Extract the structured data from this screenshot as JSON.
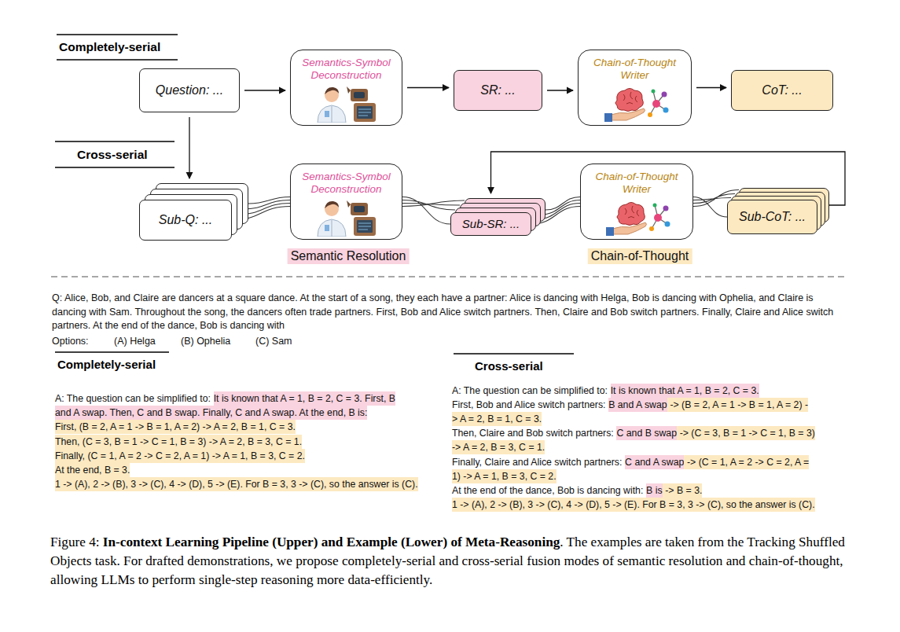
{
  "diagram": {
    "caption": "Figure 4: In-context Learning Pipeline (Upper) and Example (Lower) of Meta-Reasoning. The examples are taken from the Tracking Shuffled Objects task. For drafted demonstrations, we propose completely-serial and cross-serial fusion modes of semantic resolution and chain-of-thought, allowing LLMs to perform single-step reasoning more data-efficiently.",
    "nodes": [
      {
        "text": [
          "Question: ..."
        ]
      },
      {
        "text": [
          "Semantics-Symbol Deconstruction"
        ]
      },
      {
        "text": [
          "SR: ..."
        ]
      },
      {
        "text": [
          "Chain-of-Thought Writer"
        ]
      },
      {
        "text": [
          "CoT: ..."
        ]
      },
      {
        "text": [
          "Sub-Q: ..."
        ]
      },
      {
        "text": [
          "Semantics-Symbol Deconstruction"
        ]
      },
      {
        "text": [
          "Sub-SR: ..."
        ]
      },
      {
        "text": [
          "Chain-of-Thought Writer"
        ]
      },
      {
        "text": [
          "Sub-CoT: ..."
        ]
      }
    ],
    "edges": [
      {
        "from": 0,
        "to": 1,
        "arrow": "to"
      },
      {
        "from": 1,
        "to": 2,
        "arrow": "to"
      },
      {
        "from": 2,
        "to": 3,
        "arrow": "to"
      },
      {
        "from": 3,
        "to": 4,
        "arrow": "to"
      },
      {
        "from": 0,
        "to": 5,
        "arrow": "to"
      },
      {
        "from": 5,
        "to": 6,
        "arrow": "none"
      },
      {
        "from": 6,
        "to": 7,
        "arrow": "none"
      },
      {
        "from": 7,
        "to": 8,
        "arrow": "none"
      },
      {
        "from": 8,
        "to": 9,
        "arrow": "none"
      },
      {
        "from": 9,
        "to": 7,
        "arrow": "to"
      }
    ],
    "labels": [
      "Completely-serial",
      "Cross-serial",
      "Semantic Resolution",
      "Chain-of-Thought",
      "Q: Alice, Bob, and Claire are dancers at a square dance. At the start of a song, they each have a partner: Alice is dancing with Helga, Bob is dancing with Ophelia, and Claire is dancing with Sam. Throughout the song, the dancers often trade partners. First, Bob and Alice switch partners. Then, Claire and Bob switch partners. Finally, Claire and Alice switch partners. At the end of the dance, Bob is dancing with",
      "Options:",
      "(A) Helga",
      "(B) Ophelia",
      "(C) Sam",
      "Completely-serial",
      "Cross-serial",
      "A: The question can be simplified to:",
      "It is known that A = 1, B = 2, C = 3. First, B",
      "and A swap. Then, C and B swap. Finally, C and A swap. At the end, B is:",
      "First, (B = 2, A = 1 -> B = 1, A = 2) -> A = 2, B = 1, C = 3.",
      "Then, (C = 3, B = 1 -> C = 1, B = 3) -> A = 2, B = 3, C = 1.",
      "Finally, (C = 1, A = 2 -> C = 2, A = 1) -> A = 1, B = 3, C = 2.",
      "At the end, B = 3.",
      "1 -> (A), 2 -> (B), 3 -> (C), 4 -> (D), 5 -> (E). For B = 3, 3 -> (C), so the answer is (C).",
      "A: The question can be simplified to:",
      "It is known that A = 1, B = 2, C = 3.",
      "First, Bob and Alice switch partners:",
      "B and A swap",
      "-> (B = 2, A = 1 -> B = 1, A = 2) -",
      "> A = 2, B = 1, C = 3.",
      "Then, Claire and Bob switch partners:",
      "C and B swap",
      "-> (C = 3, B = 1 -> C = 1, B = 3)",
      "-> A = 2, B = 3, C = 1.",
      "Finally, Claire and Alice switch partners:",
      "C and A swap",
      "-> (C = 1, A = 2 -> C = 2, A =",
      "1) -> A = 1, B = 3, C = 2.",
      "At the end of the dance, Bob is dancing with:",
      "B is",
      "-> B = 3.",
      "1 -> (A), 2 -> (B), 3 -> (C), 4 -> (D), 5 -> (E). For B = 3, 3 -> (C), so the answer is (C)."
    ]
  }
}
